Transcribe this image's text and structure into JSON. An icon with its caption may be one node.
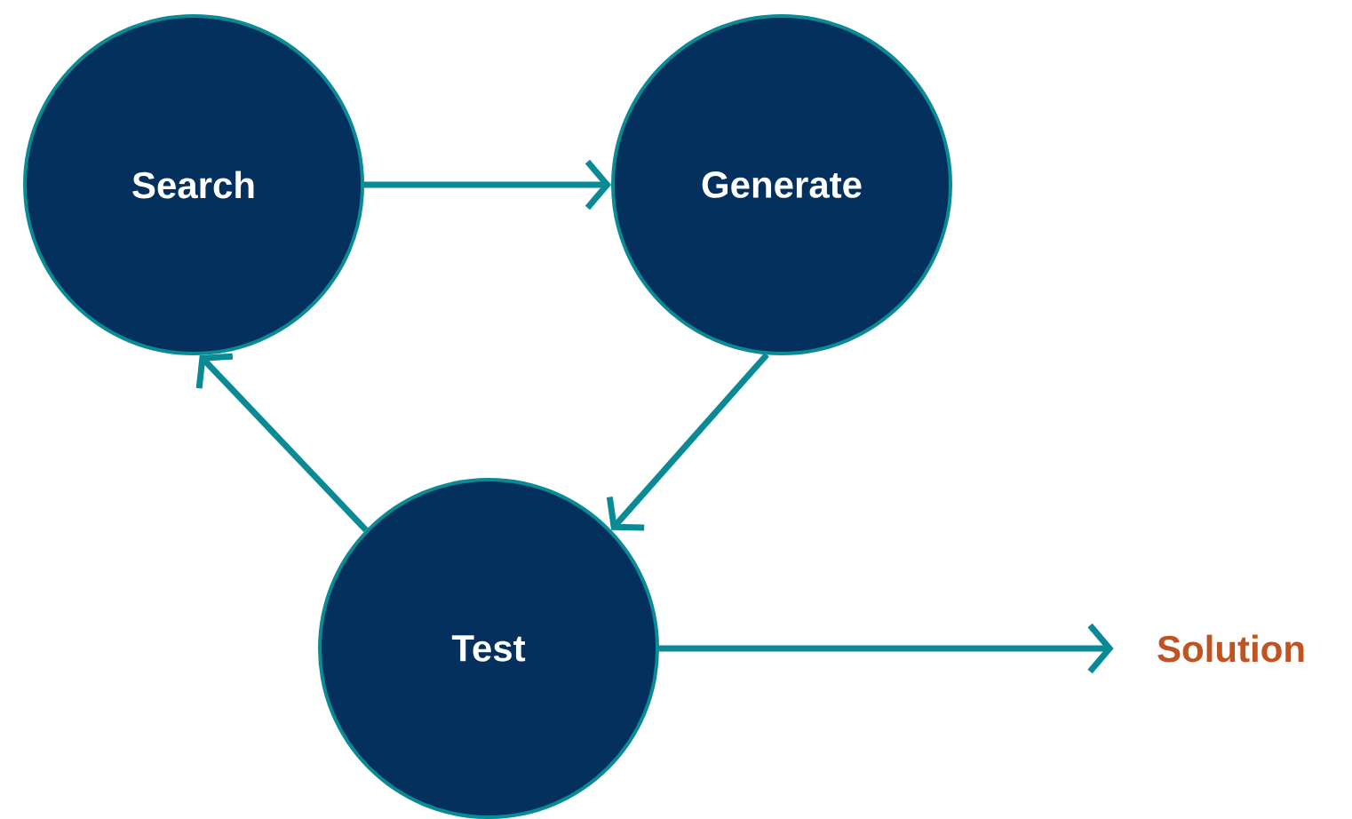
{
  "diagram": {
    "nodes": [
      {
        "text": [
          "Search"
        ]
      },
      {
        "text": [
          "Generate"
        ]
      },
      {
        "text": [
          "Test"
        ]
      },
      {
        "text": [
          "Solution"
        ]
      }
    ],
    "edges": [
      {
        "from": 0,
        "to": 1,
        "arrow": "to"
      },
      {
        "from": 1,
        "to": 2,
        "arrow": "to"
      },
      {
        "from": 2,
        "to": 0,
        "arrow": "to"
      },
      {
        "from": 2,
        "to": 3,
        "arrow": "to"
      }
    ]
  }
}
